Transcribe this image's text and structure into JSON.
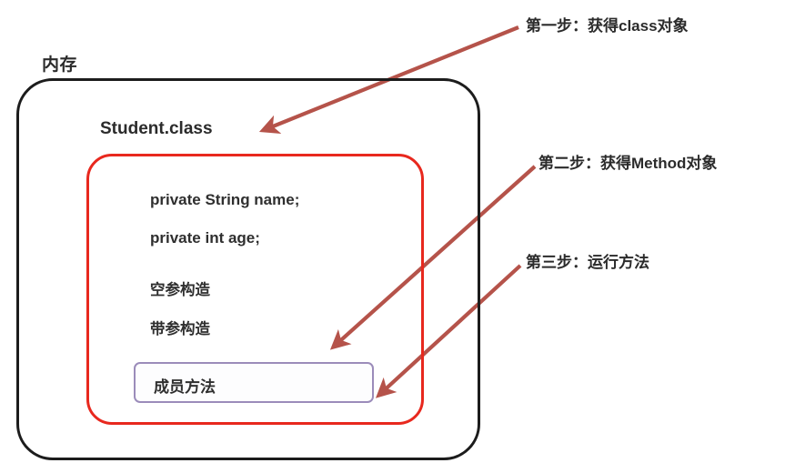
{
  "diagram": {
    "title_note": "Java reflection memory diagram",
    "memory": {
      "label": "内存",
      "border_color": "#1c1c1c"
    },
    "class_object": {
      "title": "Student.class",
      "border_color": "#e8281e",
      "members": [
        {
          "name": "field-name",
          "text": "private String name;"
        },
        {
          "name": "field-age",
          "text": "private int age;"
        },
        {
          "name": "constructor-empty",
          "text": "空参构造"
        },
        {
          "name": "constructor-args",
          "text": "带参构造"
        }
      ],
      "method_box": {
        "label": "成员方法",
        "border_color": "#9b8cba"
      }
    },
    "annotations": {
      "arrow_color": "#b5534a",
      "steps": [
        {
          "id": "step-1",
          "text": "第一步：获得class对象"
        },
        {
          "id": "step-2",
          "text": "第二步：获得Method对象"
        },
        {
          "id": "step-3",
          "text": "第三步：运行方法"
        }
      ]
    }
  }
}
